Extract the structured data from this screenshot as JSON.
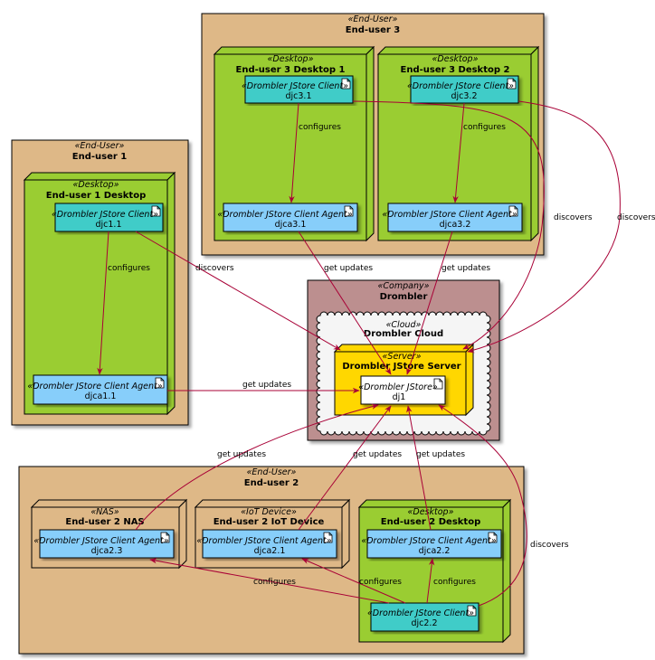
{
  "colors": {
    "end_user": "#deb887",
    "desktop": "#9acd32",
    "client": "#40ccc8",
    "agent": "#87cefa",
    "company": "#bc8f8f",
    "cloud": "#f5f5f5",
    "server": "#ffd700",
    "store": "#ffffff",
    "edge": "#a80036"
  },
  "end_user_3": {
    "stereo": "«End-User»",
    "title": "End-user 3",
    "desktop1": {
      "stereo": "«Desktop»",
      "title": "End-user 3 Desktop 1",
      "client": {
        "stereo": "«Drombler JStore Client»",
        "name": "djc3.1"
      },
      "agent": {
        "stereo": "«Drombler JStore Client Agent»",
        "name": "djca3.1"
      }
    },
    "desktop2": {
      "stereo": "«Desktop»",
      "title": "End-user 3 Desktop 2",
      "client": {
        "stereo": "«Drombler JStore Client»",
        "name": "djc3.2"
      },
      "agent": {
        "stereo": "«Drombler JStore Client Agent»",
        "name": "djca3.2"
      }
    }
  },
  "end_user_1": {
    "stereo": "«End-User»",
    "title": "End-user 1",
    "desktop": {
      "stereo": "«Desktop»",
      "title": "End-user 1 Desktop",
      "client": {
        "stereo": "«Drombler JStore Client»",
        "name": "djc1.1"
      },
      "agent": {
        "stereo": "«Drombler JStore Client Agent»",
        "name": "djca1.1"
      }
    }
  },
  "company": {
    "stereo": "«Company»",
    "title": "Drombler",
    "cloud": {
      "stereo": "«Cloud»",
      "title": "Drombler Cloud"
    },
    "server": {
      "stereo": "«Server»",
      "title": "Drombler JStore Server"
    },
    "store": {
      "stereo": "«Drombler JStore»",
      "name": "dj1"
    }
  },
  "end_user_2": {
    "stereo": "«End-User»",
    "title": "End-user 2",
    "nas": {
      "stereo": "«NAS»",
      "title": "End-user 2 NAS",
      "agent": {
        "stereo": "«Drombler JStore Client Agent»",
        "name": "djca2.3"
      }
    },
    "iot": {
      "stereo": "«IoT Device»",
      "title": "End-user 2 IoT Device",
      "agent": {
        "stereo": "«Drombler JStore Client Agent»",
        "name": "djca2.1"
      }
    },
    "desktop": {
      "stereo": "«Desktop»",
      "title": "End-user 2 Desktop",
      "agent": {
        "stereo": "«Drombler JStore Client Agent»",
        "name": "djca2.2"
      },
      "client": {
        "stereo": "«Drombler JStore Client»",
        "name": "djc2.2"
      }
    }
  },
  "edge_labels": {
    "configures": "configures",
    "discovers": "discovers",
    "get_updates": "get updates"
  }
}
